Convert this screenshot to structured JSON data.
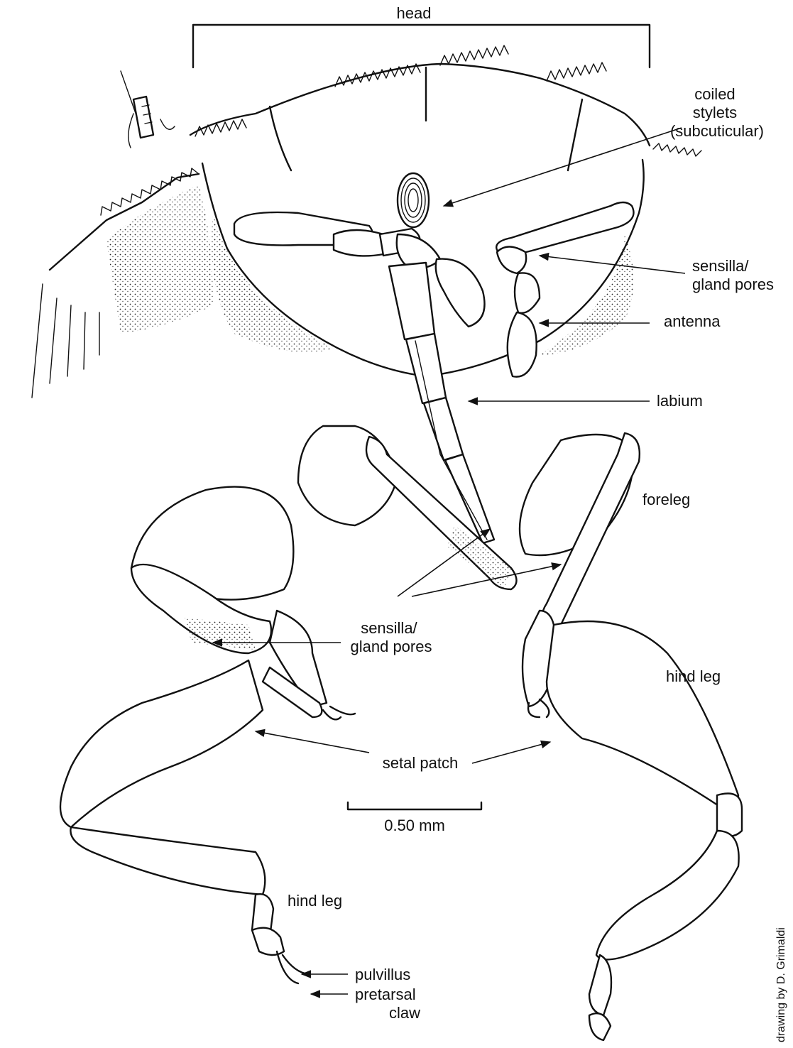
{
  "figure": {
    "labels": {
      "head": "head",
      "coiled_stylets": [
        "coiled",
        "stylets",
        "(subcuticular)"
      ],
      "sensilla_top": [
        "sensilla/",
        "gland pores"
      ],
      "antenna": "antenna",
      "labium": "labium",
      "foreleg": "foreleg",
      "sensilla_center": [
        "sensilla/",
        "gland pores"
      ],
      "hind_leg_right": "hind leg",
      "setal_patch": "setal patch",
      "scale_bar": "0.50 mm",
      "hind_leg_left": "hind leg",
      "pulvillus": "pulvillus",
      "pretarsal_claw": [
        "pretarsal",
        "claw"
      ],
      "credit": "drawing by D. Grimaldi"
    }
  }
}
